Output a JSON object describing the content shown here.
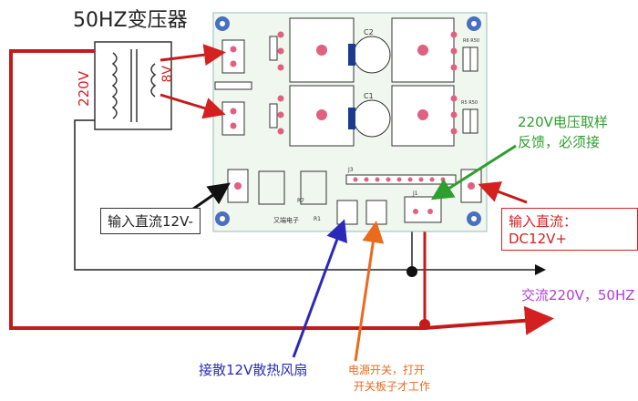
{
  "title": "50HZ变压器",
  "transformer": {
    "primary_label": "220V",
    "secondary_label": "8V"
  },
  "feedback_label": {
    "line1": "220V电压取样",
    "line2": "反馈，必须接"
  },
  "input_negative_label": "输入直流12V-",
  "input_positive_label": "输入直流：DC12V+",
  "ac_output_label": "交流220V，50HZ",
  "fan_label": "接散12V散热风扇",
  "power_switch_label": {
    "line1": "电源开关，打开",
    "line2": "开关板子才工作"
  },
  "board_marks": {
    "c2": "C2",
    "c1": "C1",
    "r1": "R1",
    "j3": "J3",
    "j1": "J1",
    "r7": "R7",
    "brand": "又端电子",
    "r2_top": "R6 R50",
    "r2_mid": "R5 R50"
  },
  "colors": {
    "red": "#d32020",
    "green": "#2e9e2e",
    "blue": "#2a2ab8",
    "orange": "#ea6a1e",
    "purple": "#b23cd6",
    "board": "#eff7ee"
  }
}
